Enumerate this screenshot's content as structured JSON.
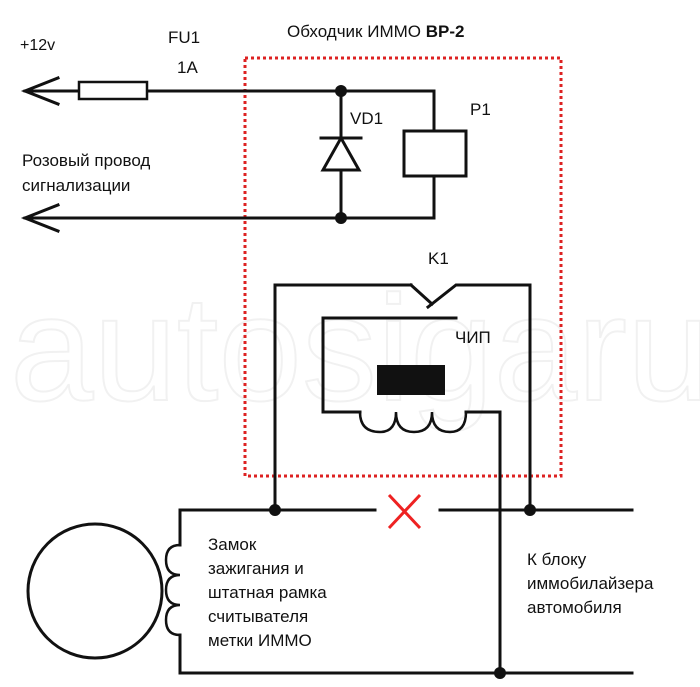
{
  "title_prefix": "Обходчик ИММО ",
  "title_model": "BP-2",
  "plus12v": "+12v",
  "fuse": {
    "name": "FU1",
    "rating": "1A"
  },
  "diode": "VD1",
  "relay": "P1",
  "relay_contact": "K1",
  "chip": "ЧИП",
  "pink_wire": [
    "Розовый провод",
    "сигнализации"
  ],
  "ignition": [
    "Замок",
    "зажигания и",
    "штатная рамка",
    "считывателя",
    "метки ИММО"
  ],
  "to_immo": [
    "К блоку",
    "иммобилайзера",
    "автомобиля"
  ],
  "watermark": "autosigaru",
  "colors": {
    "frame": "#dd2222",
    "cross": "#ee2222",
    "wire": "#111111"
  }
}
